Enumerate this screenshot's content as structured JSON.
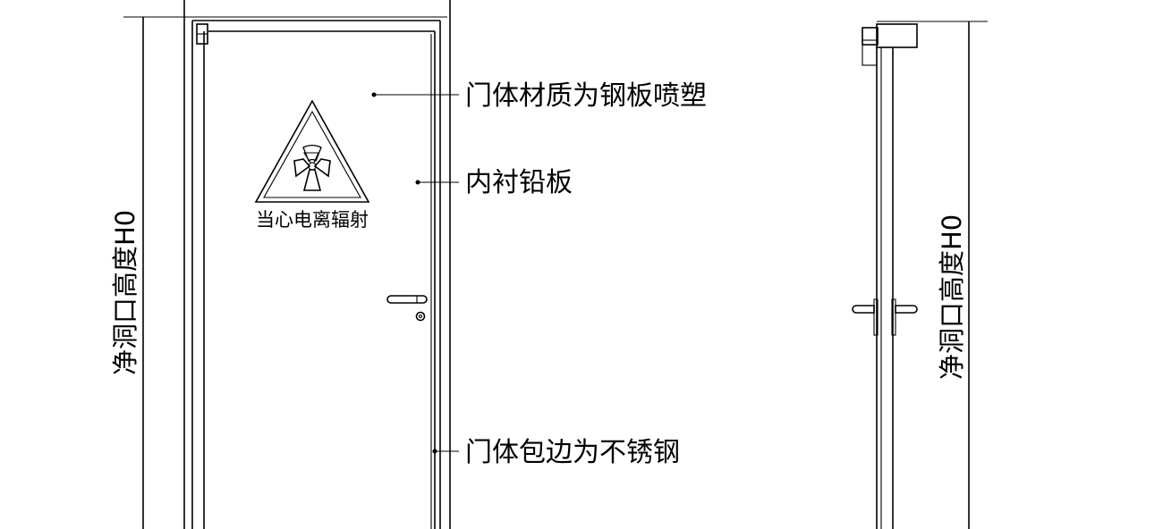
{
  "annotations": {
    "material": "门体材质为钢板喷塑",
    "lining": "内衬铅板",
    "edging": "门体包边为不锈钢"
  },
  "warning_sign": {
    "text": "当心电离辐射",
    "icon": "radiation-trefoil-icon"
  },
  "dimensions": {
    "front_height": "净洞口高度H0",
    "side_height": "净洞口高度H0"
  }
}
